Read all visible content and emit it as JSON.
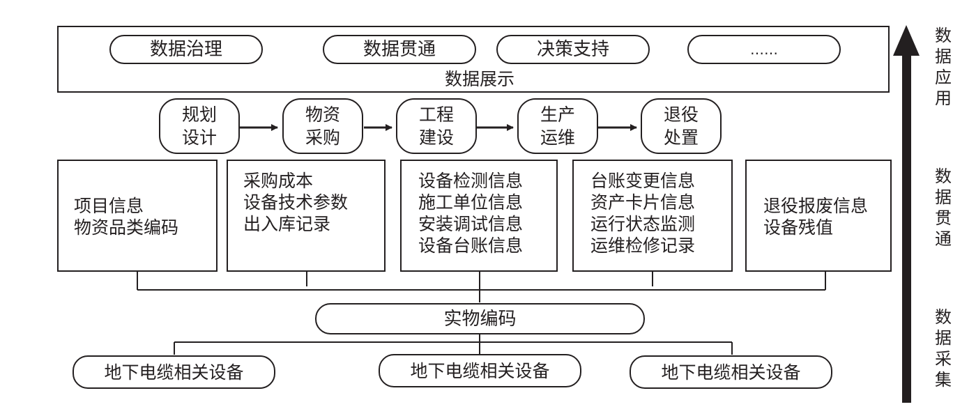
{
  "top_panel": {
    "pills": [
      "数据治理",
      "数据贯通",
      "决策支持",
      "……"
    ],
    "caption": "数据展示"
  },
  "stages": [
    [
      "规划",
      "设计"
    ],
    [
      "物资",
      "采购"
    ],
    [
      "工程",
      "建设"
    ],
    [
      "生产",
      "运维"
    ],
    [
      "退役",
      "处置"
    ]
  ],
  "info_boxes": [
    [
      "项目信息",
      "物资品类编码"
    ],
    [
      "采购成本",
      "设备技术参数",
      "出入库记录"
    ],
    [
      "设备检测信息",
      "施工单位信息",
      "安装调试信息",
      "设备台账信息"
    ],
    [
      "台账变更信息",
      "资产卡片信息",
      "运行状态监测",
      "运维检修记录"
    ],
    [
      "退役报废信息",
      "设备残值"
    ]
  ],
  "physical_code": "实物编码",
  "devices": [
    "地下电缆相关设备",
    "地下电缆相关设备",
    "地下电缆相关设备"
  ],
  "side_labels": [
    "数据应用",
    "数据贯通",
    "数据采集"
  ]
}
